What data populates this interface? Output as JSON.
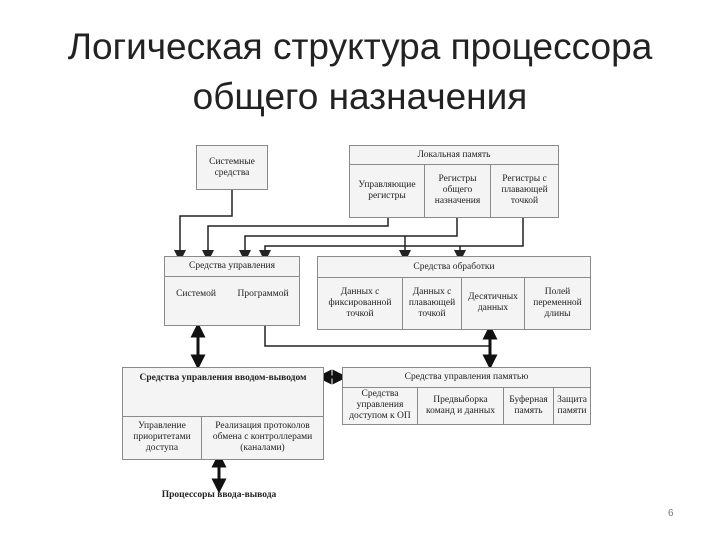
{
  "title_line1": "Логическая структура процессора",
  "title_line2": "общего назначения",
  "system": "Системные\nсредства",
  "local_memory": {
    "title": "Локальная память",
    "cells": [
      "Управляющие\nрегистры",
      "Регистры\nобщего\nназначения",
      "Регистры с\nплавающей\nточкой"
    ]
  },
  "control": {
    "title": "Средства управления",
    "cells": [
      "Системой",
      "Программой"
    ]
  },
  "processing": {
    "title": "Средства обработки",
    "cells": [
      "Данных с\nфиксированной\nточкой",
      "Данных с\nплавающей\nточкой",
      "Десятичных\nданных",
      "Полей\nпеременной\nдлины"
    ]
  },
  "io_control": {
    "title": "Средства управления вводом-выводом",
    "cells": [
      "Управление\nприоритетами\nдоступа",
      "Реализация протоколов\nобмена с контроллерами\n(каналами)"
    ]
  },
  "memory_control": {
    "title": "Средства управления памятью",
    "cells": [
      "Средства\nуправления\nдоступом к ОП",
      "Предвыборка\nкоманд и данных",
      "Буферная\nпамять",
      "Защита\nпамяти"
    ]
  },
  "io_processors": "Процессоры ввода-вывода",
  "page_number": "6"
}
